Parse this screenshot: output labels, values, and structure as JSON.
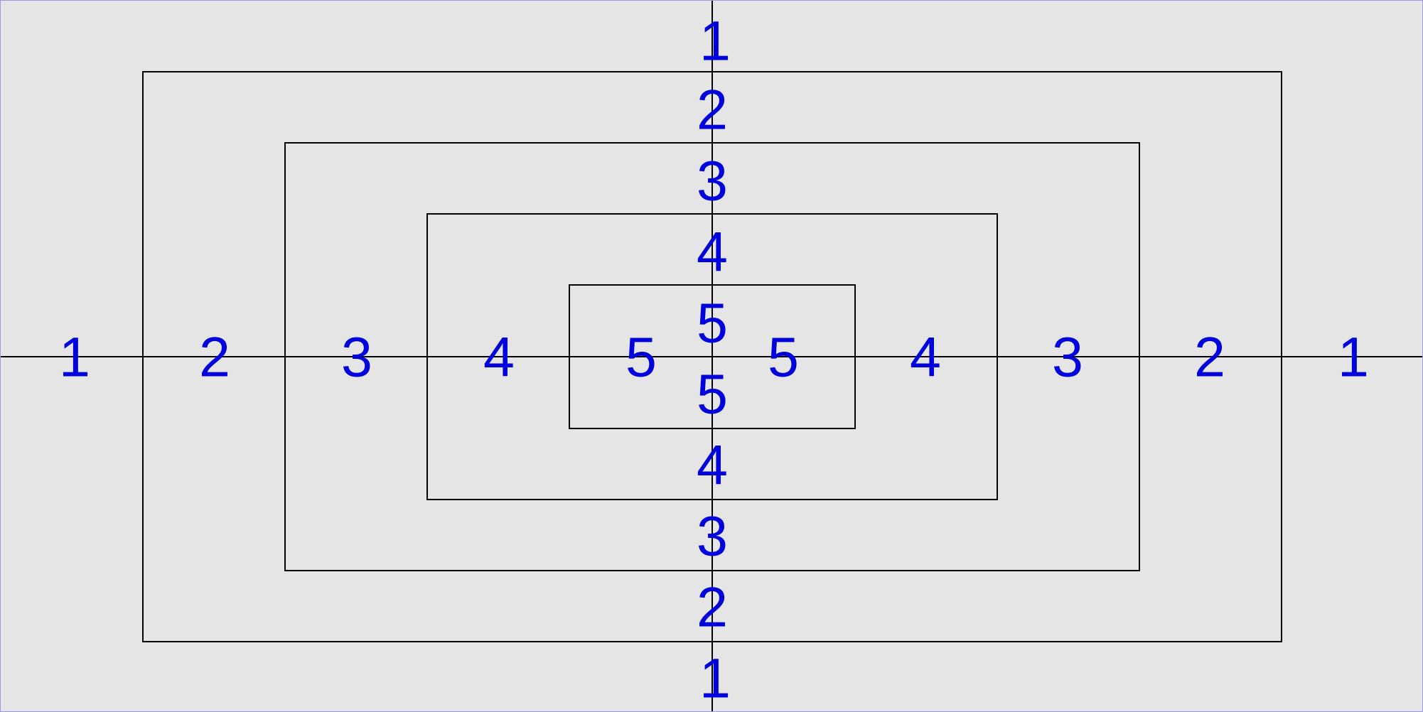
{
  "colors": {
    "background": "#e5e5e5",
    "border": "#9c9ce6",
    "lines": "#000000",
    "numbers": "#0000dd"
  },
  "rings": [
    {
      "label": "1"
    },
    {
      "label": "2"
    },
    {
      "label": "3"
    },
    {
      "label": "4"
    },
    {
      "label": "5"
    }
  ]
}
